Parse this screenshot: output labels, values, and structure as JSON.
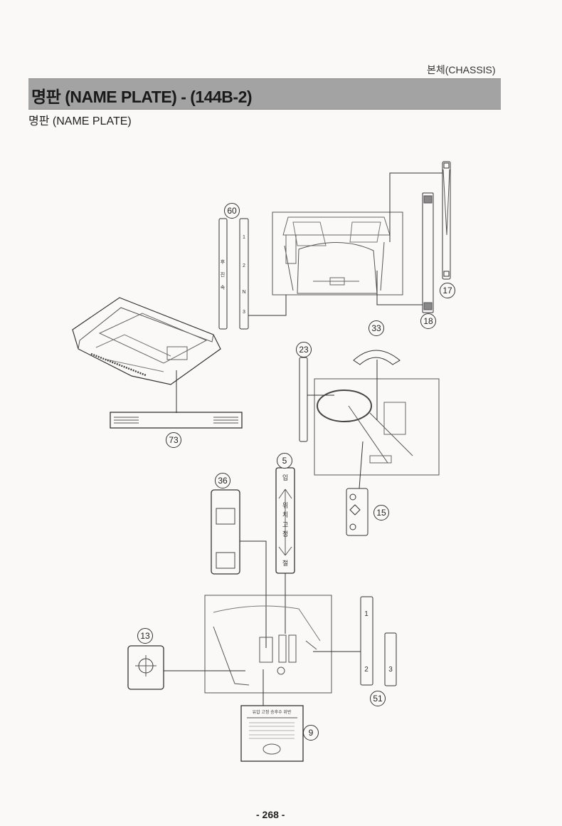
{
  "header": {
    "section": "본체(CHASSIS)",
    "title": "명판 (NAME PLATE) - (144B-2)"
  },
  "subtitle": "명판 (NAME PLATE)",
  "page_number": "- 268 -",
  "callouts": [
    "60",
    "17",
    "18",
    "33",
    "23",
    "73",
    "5",
    "15",
    "36",
    "13",
    "51",
    "9"
  ],
  "plate_labels": {
    "p60a": [
      "후",
      "진",
      "속"
    ],
    "p60b": [
      "1",
      "2",
      "N",
      "3"
    ],
    "p5": [
      "입",
      "위",
      "치",
      "고",
      "정",
      "절"
    ],
    "p51a": [
      "1",
      "2"
    ],
    "p51b": [
      "3"
    ],
    "p9_header": "유압 고정 승후수 위반"
  }
}
